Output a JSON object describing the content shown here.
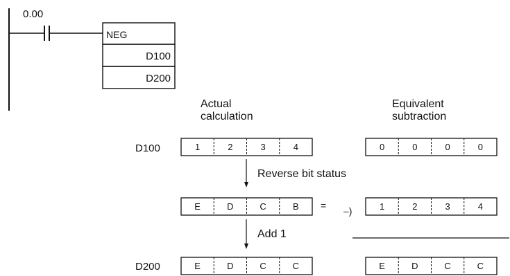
{
  "ladder": {
    "contact_address": "0.00",
    "instruction": "NEG",
    "operands": [
      "D100",
      "D200"
    ]
  },
  "headings": {
    "actual_line1": "Actual",
    "actual_line2": "calculation",
    "equivalent_line1": "Equivalent",
    "equivalent_line2": "subtraction"
  },
  "registers": {
    "source_label": "D100",
    "result_label": "D200"
  },
  "rows": {
    "d100_digits": [
      "1",
      "2",
      "3",
      "4"
    ],
    "equiv_zero_digits": [
      "0",
      "0",
      "0",
      "0"
    ],
    "reversed_digits": [
      "E",
      "D",
      "C",
      "B"
    ],
    "equiv_sub_digits": [
      "1",
      "2",
      "3",
      "4"
    ],
    "d200_digits": [
      "E",
      "D",
      "C",
      "C"
    ],
    "equiv_result_digits": [
      "E",
      "D",
      "C",
      "C"
    ]
  },
  "steps": {
    "reverse": "Reverse bit status",
    "add": "Add 1"
  },
  "symbols": {
    "equals": "=",
    "minus": "–)"
  }
}
